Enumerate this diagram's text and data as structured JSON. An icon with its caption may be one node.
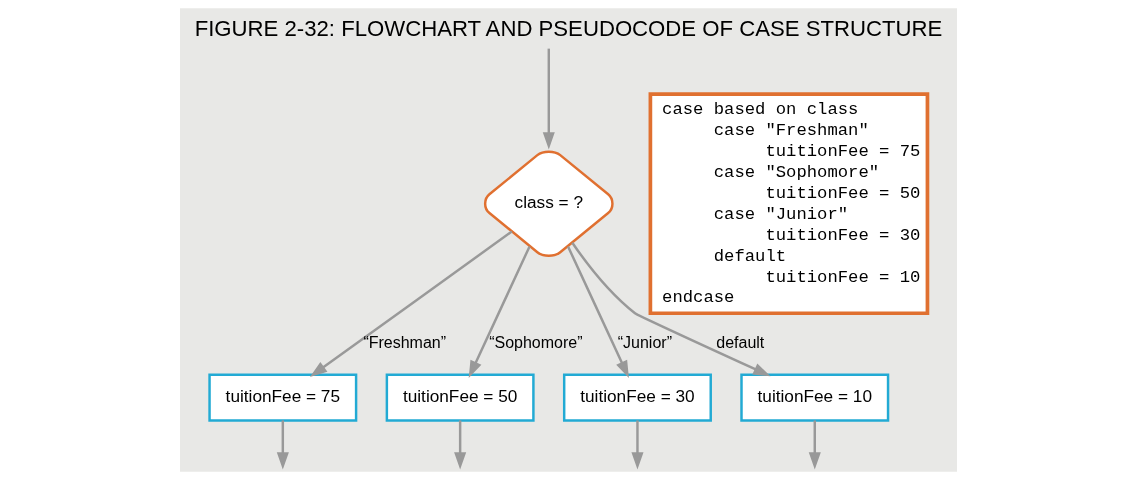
{
  "diagram": {
    "title": "FIGURE 2-32: FLOWCHART AND PSEUDOCODE OF CASE STRUCTURE",
    "nodes": [
      {
        "text": [
          "class = ?"
        ]
      },
      {
        "text": [
          "tuitionFee = 75"
        ]
      },
      {
        "text": [
          "tuitionFee = 50"
        ]
      },
      {
        "text": [
          "tuitionFee = 30"
        ]
      },
      {
        "text": [
          "tuitionFee = 10"
        ]
      },
      {
        "text": [
          "case based on class",
          "     case \"Freshman\"",
          "          tuitionFee = 75",
          "     case \"Sophomore\"",
          "          tuitionFee = 50",
          "     case \"Junior\"",
          "          tuitionFee = 30",
          "     default",
          "          tuitionFee = 10",
          "endcase"
        ]
      }
    ],
    "edges": [
      {
        "from": null,
        "to": 0,
        "arrow": "to"
      },
      {
        "from": 0,
        "to": 1,
        "arrow": "to",
        "label": "“Freshman”"
      },
      {
        "from": 0,
        "to": 2,
        "arrow": "to",
        "label": "“Sophomore”"
      },
      {
        "from": 0,
        "to": 3,
        "arrow": "to",
        "label": "“Junior”"
      },
      {
        "from": 0,
        "to": 4,
        "arrow": "to",
        "label": "default"
      },
      {
        "from": 1,
        "to": null,
        "arrow": "to"
      },
      {
        "from": 2,
        "to": null,
        "arrow": "to"
      },
      {
        "from": 3,
        "to": null,
        "arrow": "to"
      },
      {
        "from": 4,
        "to": null,
        "arrow": "to"
      }
    ]
  }
}
